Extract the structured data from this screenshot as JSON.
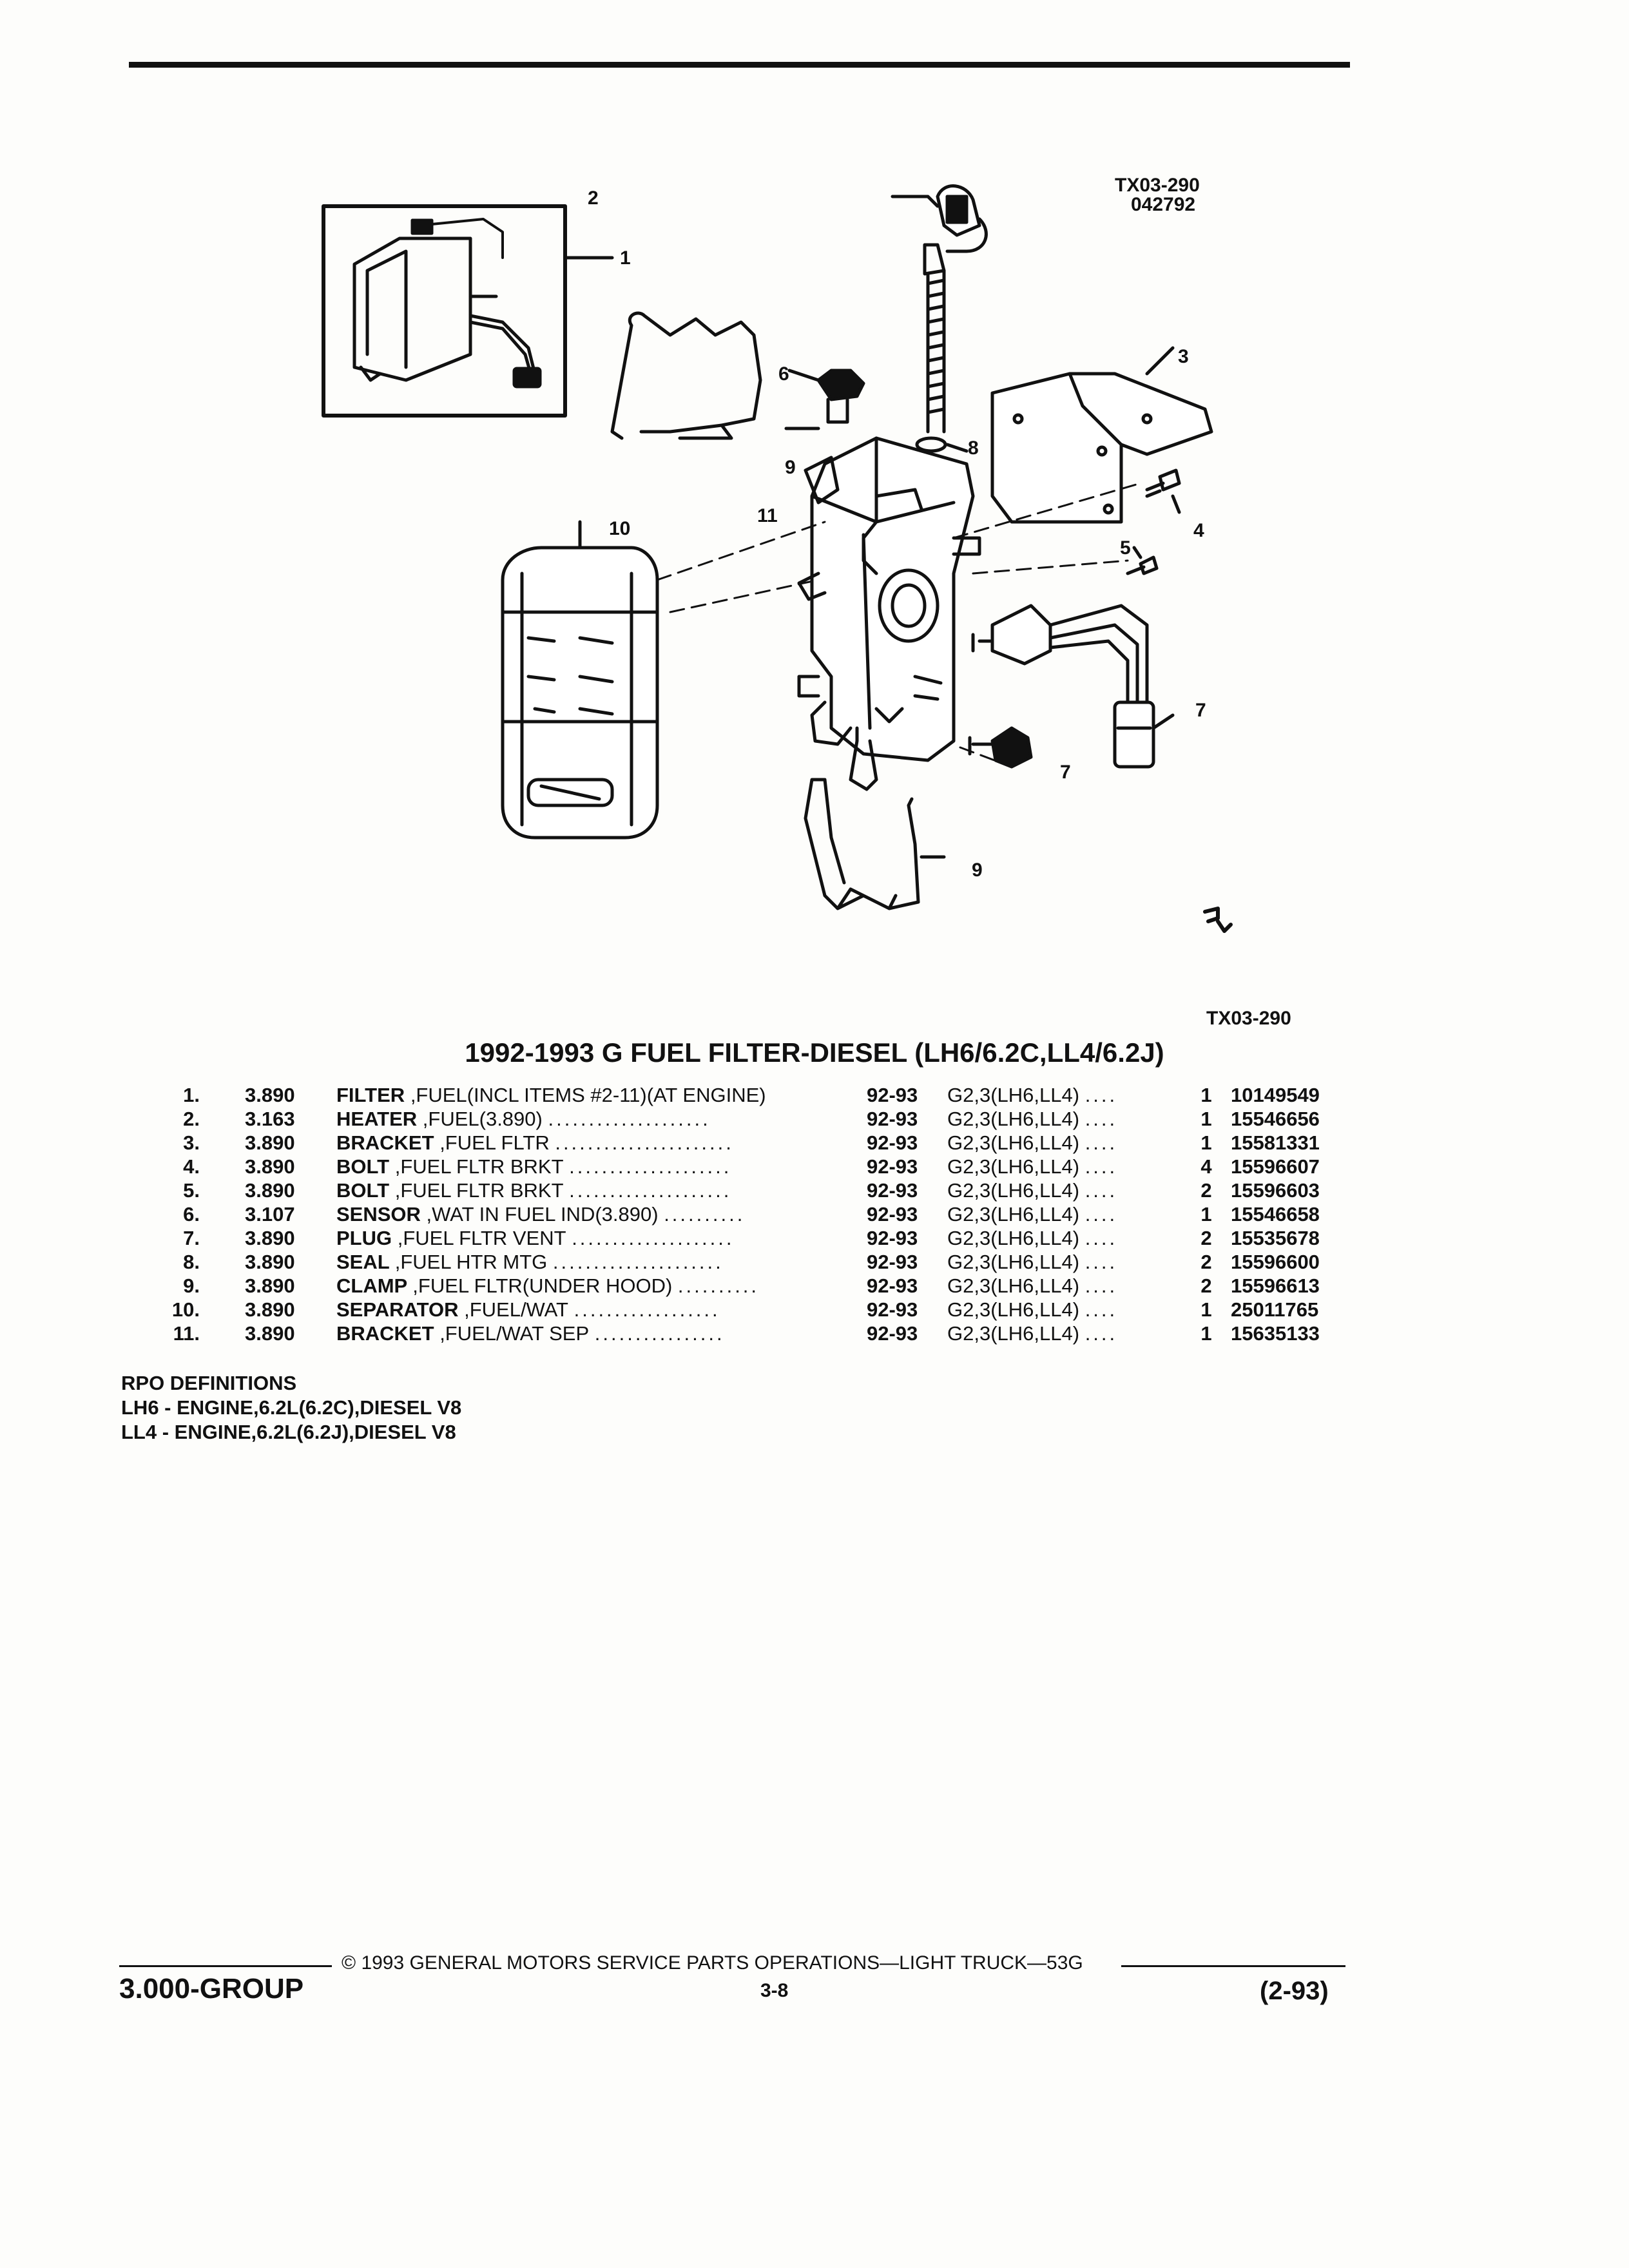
{
  "figure": {
    "code_top": "TX03-290",
    "code_date": "042792",
    "code_bottom": "TX03-290",
    "callouts": [
      "1",
      "2",
      "3",
      "4",
      "5",
      "6",
      "7",
      "7",
      "8",
      "9",
      "9",
      "10",
      "11"
    ]
  },
  "section_title": "1992-1993 G FUEL FILTER-DIESEL (LH6/6.2C,LL4/6.2J)",
  "parts": [
    {
      "item": "1.",
      "group": "3.890",
      "name": "FILTER",
      "desc": ",FUEL(INCL ITEMS #2-11)(AT ENGINE)",
      "dots": "",
      "years": "92-93",
      "app": "G2,3(LH6,LL4)",
      "qty": "1",
      "part": "10149549"
    },
    {
      "item": "2.",
      "group": "3.163",
      "name": "HEATER",
      "desc": ",FUEL(3.890)",
      "dots": "....................",
      "years": "92-93",
      "app": "G2,3(LH6,LL4)",
      "qty": "1",
      "part": "15546656"
    },
    {
      "item": "3.",
      "group": "3.890",
      "name": "BRACKET",
      "desc": ",FUEL FLTR",
      "dots": "......................",
      "years": "92-93",
      "app": "G2,3(LH6,LL4)",
      "qty": "1",
      "part": "15581331"
    },
    {
      "item": "4.",
      "group": "3.890",
      "name": "BOLT",
      "desc": ",FUEL FLTR BRKT",
      "dots": "....................",
      "years": "92-93",
      "app": "G2,3(LH6,LL4)",
      "qty": "4",
      "part": "15596607"
    },
    {
      "item": "5.",
      "group": "3.890",
      "name": "BOLT",
      "desc": ",FUEL FLTR BRKT",
      "dots": "....................",
      "years": "92-93",
      "app": "G2,3(LH6,LL4)",
      "qty": "2",
      "part": "15596603"
    },
    {
      "item": "6.",
      "group": "3.107",
      "name": "SENSOR",
      "desc": ",WAT IN FUEL IND(3.890)",
      "dots": "..........",
      "years": "92-93",
      "app": "G2,3(LH6,LL4)",
      "qty": "1",
      "part": "15546658"
    },
    {
      "item": "7.",
      "group": "3.890",
      "name": "PLUG",
      "desc": ",FUEL FLTR VENT",
      "dots": "....................",
      "years": "92-93",
      "app": "G2,3(LH6,LL4)",
      "qty": "2",
      "part": "15535678"
    },
    {
      "item": "8.",
      "group": "3.890",
      "name": "SEAL",
      "desc": ",FUEL HTR MTG",
      "dots": ".....................",
      "years": "92-93",
      "app": "G2,3(LH6,LL4)",
      "qty": "2",
      "part": "15596600"
    },
    {
      "item": "9.",
      "group": "3.890",
      "name": "CLAMP",
      "desc": ",FUEL FLTR(UNDER HOOD)",
      "dots": "..........",
      "years": "92-93",
      "app": "G2,3(LH6,LL4)",
      "qty": "2",
      "part": "15596613"
    },
    {
      "item": "10.",
      "group": "3.890",
      "name": "SEPARATOR",
      "desc": ",FUEL/WAT",
      "dots": "..................",
      "years": "92-93",
      "app": "G2,3(LH6,LL4)",
      "qty": "1",
      "part": "25011765"
    },
    {
      "item": "11.",
      "group": "3.890",
      "name": "BRACKET",
      "desc": ",FUEL/WAT SEP",
      "dots": "................",
      "years": "92-93",
      "app": "G2,3(LH6,LL4)",
      "qty": "1",
      "part": "15635133"
    }
  ],
  "app_dots": "....",
  "rpo": {
    "heading": "RPO DEFINITIONS",
    "lines": [
      "LH6 - ENGINE,6.2L(6.2C),DIESEL V8",
      "LL4 - ENGINE,6.2L(6.2J),DIESEL V8"
    ]
  },
  "footer": {
    "copyright": "© 1993 GENERAL MOTORS SERVICE PARTS OPERATIONS—LIGHT TRUCK—53G",
    "group": "3.000-GROUP",
    "page": "3-8",
    "date": "(2-93)"
  }
}
